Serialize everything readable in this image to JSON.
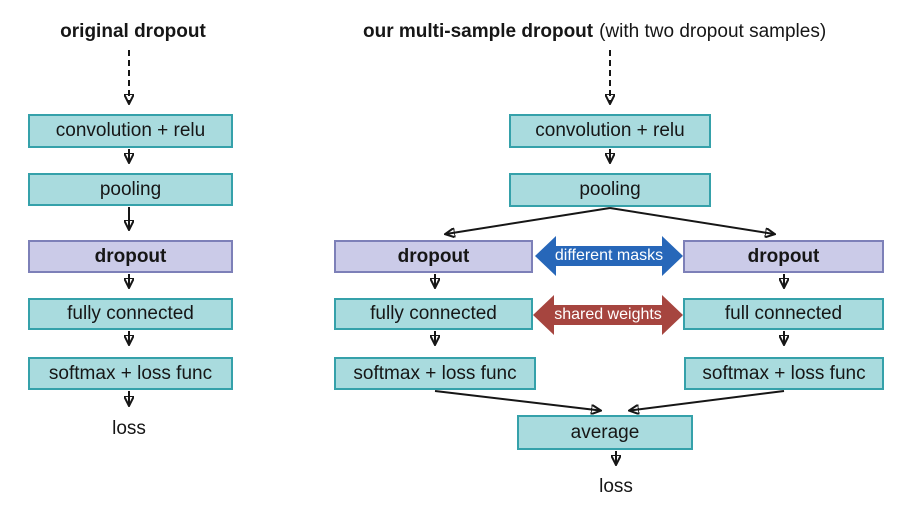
{
  "colors": {
    "background": "#ffffff",
    "box_teal_fill": "#a9dbde",
    "box_teal_border": "#35a1aa",
    "box_purple_fill": "#cbcbe8",
    "box_purple_border": "#7d80b8",
    "arrow_blue": "#2767b9",
    "arrow_red": "#a6453f",
    "connector": "#161616",
    "text": "#161616"
  },
  "left_diagram": {
    "title": "original dropout",
    "boxes": [
      {
        "label": "convolution + relu"
      },
      {
        "label": "pooling"
      },
      {
        "label": "dropout"
      },
      {
        "label": "fully connected"
      },
      {
        "label": "softmax + loss func"
      }
    ],
    "output_label": "loss"
  },
  "right_diagram": {
    "title_bold": "our multi-sample dropout",
    "title_suffix": "(with two dropout samples)",
    "shared_boxes": [
      {
        "label": "convolution + relu"
      },
      {
        "label": "pooling"
      }
    ],
    "left_branch": [
      {
        "label": "dropout"
      },
      {
        "label": "fully connected"
      },
      {
        "label": "softmax + loss func"
      }
    ],
    "right_branch": [
      {
        "label": "dropout"
      },
      {
        "label": "full connected"
      },
      {
        "label": "softmax + loss func"
      }
    ],
    "merge_box": {
      "label": "average"
    },
    "output_label": "loss",
    "annotations": {
      "masks": {
        "label": "different masks",
        "color": "#2767b9"
      },
      "weights": {
        "label": "shared weights",
        "color": "#a6453f"
      }
    }
  }
}
